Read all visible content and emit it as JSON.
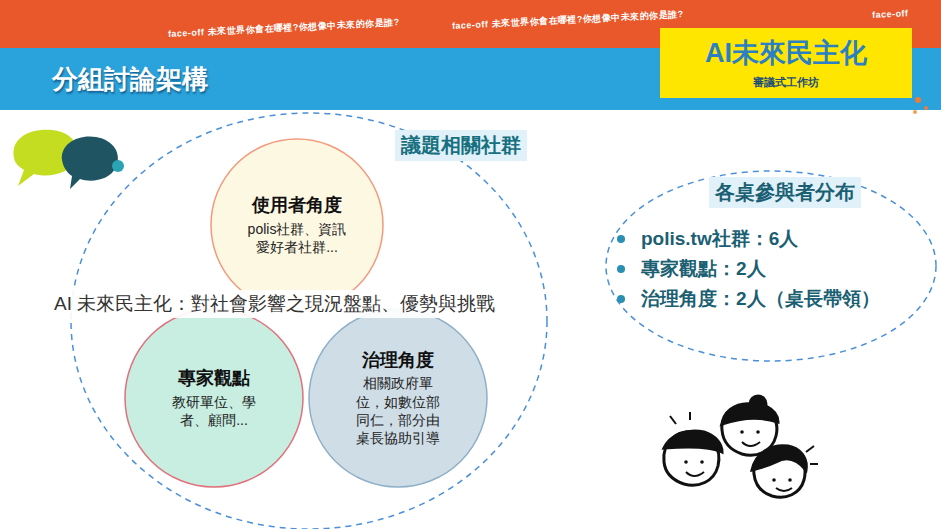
{
  "diagram": {
    "title": "分組討論架構",
    "nodes": [
      {
        "text": [
          "AI未來民主化",
          "審議式工作坊"
        ]
      },
      {
        "text": [
          "議題相關社群",
          "AI 未來民主化：對社會影響之現況盤點、優勢與挑戰"
        ]
      },
      {
        "text": [
          "使用者角度",
          "polis社群、資訊愛好者社群..."
        ],
        "in": 1
      },
      {
        "text": [
          "專家觀點",
          "教研單位、學者、顧問..."
        ],
        "in": 1
      },
      {
        "text": [
          "治理角度",
          "相關政府單位，如數位部同仁，部分由桌長協助引導"
        ],
        "in": 1
      },
      {
        "text": [
          "各桌參與者分布",
          "polis.tw社群：6人",
          "專家觀點：2人",
          "治理角度：2人（桌長帶領）"
        ]
      }
    ],
    "labels": [
      "face-off 未來世界你會在哪裡?你想像中未來的你是誰?",
      "face-off 未來世界你會在哪裡?你想像中未來的你是誰?",
      "face-off"
    ]
  }
}
